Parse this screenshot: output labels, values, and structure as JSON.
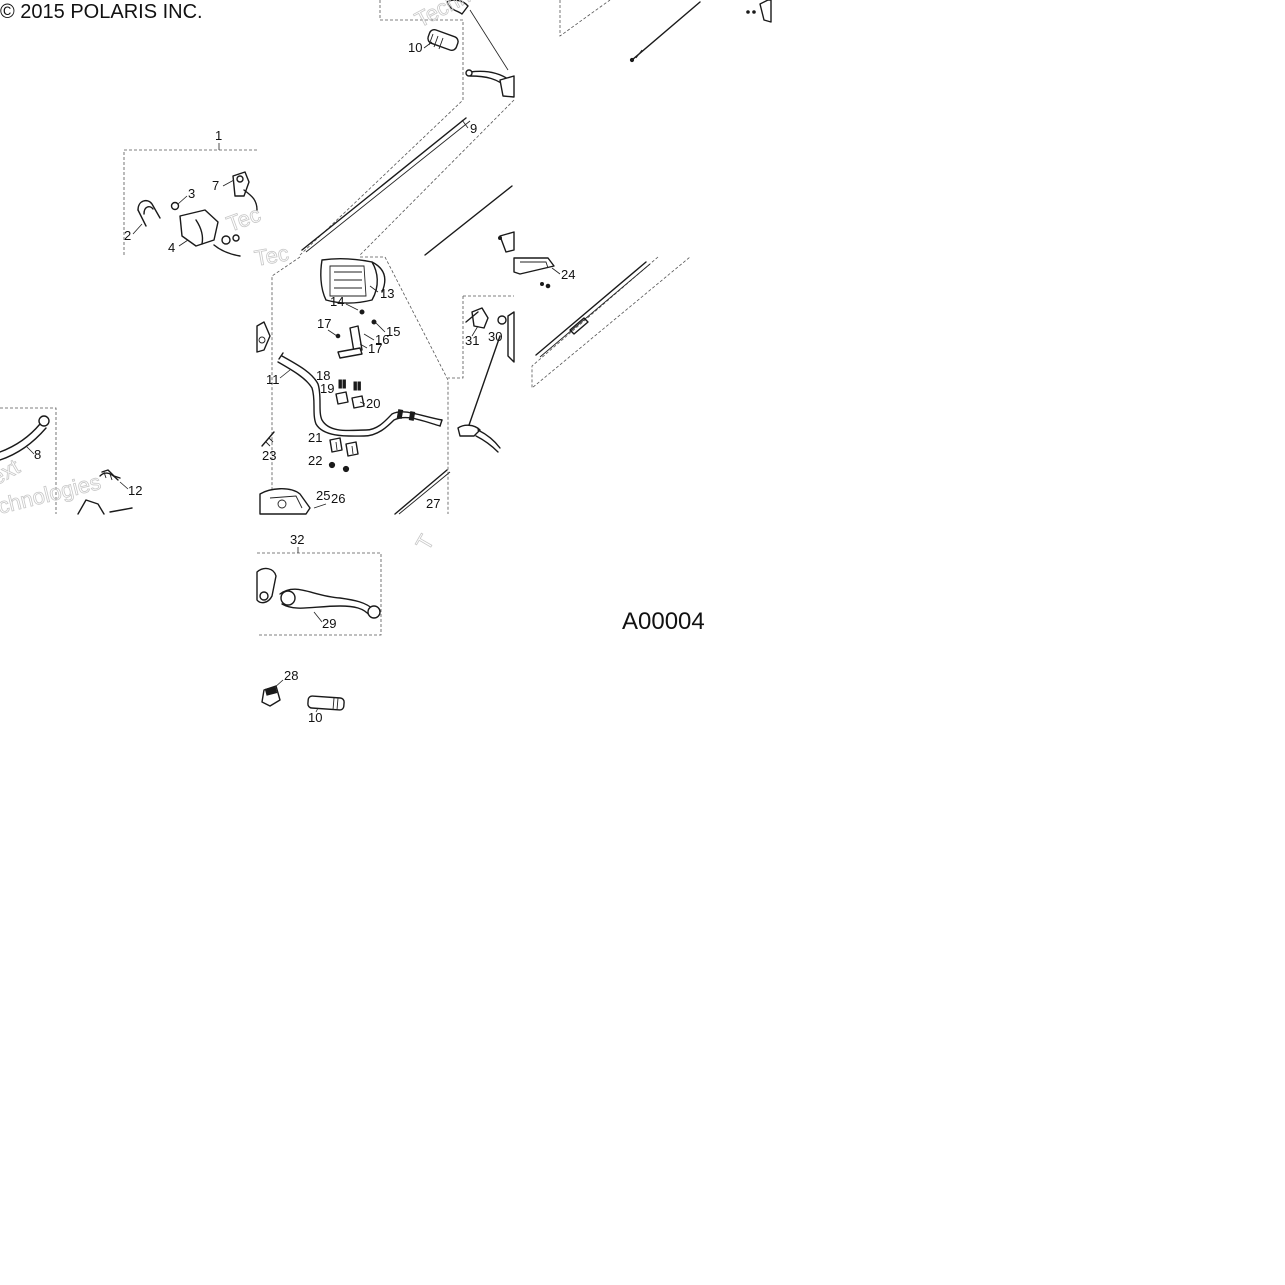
{
  "copyright": "© 2015 POLARIS INC.",
  "figure_id": "A00004",
  "watermark_text": {
    "a": "Techn",
    "b": "ext",
    "c": "chnologies",
    "d": "Technologies",
    "e": "T",
    "f": "Tec"
  },
  "callouts": {
    "c1": "1",
    "c2": "2",
    "c3": "3",
    "c4": "4",
    "c7": "7",
    "c8": "8",
    "c9": "9",
    "c10a": "10",
    "c10b": "10",
    "c11": "11",
    "c12": "12",
    "c13": "13",
    "c14": "14",
    "c15": "15",
    "c16": "16",
    "c17a": "17",
    "c17b": "17",
    "c18": "18",
    "c19": "19",
    "c20": "20",
    "c21": "21",
    "c22": "22",
    "c23": "23",
    "c24": "24",
    "c25": "25",
    "c26": "26",
    "c27": "27",
    "c28": "28",
    "c29": "29",
    "c30": "30",
    "c31": "31",
    "c32": "32"
  }
}
